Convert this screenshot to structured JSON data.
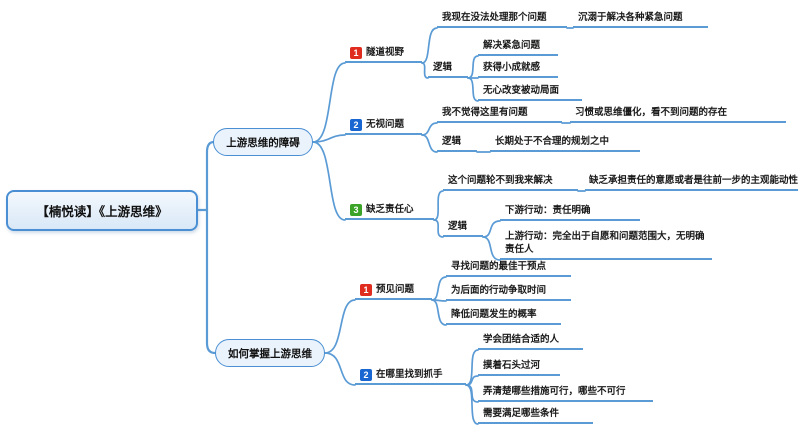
{
  "palette": {
    "line_color": "#5b9bd5",
    "node_border": "#4a8fd3",
    "node_fill": "#e9f2fb",
    "badge_red": "#e02b1f",
    "badge_blue": "#1766d1",
    "badge_green": "#3ba428",
    "text_color": "#1a1a1a"
  },
  "root": {
    "label": "【楠悦读】《上游思维》"
  },
  "branches": [
    {
      "label": "上游思维的障碍",
      "topics": [
        {
          "num": "1",
          "label": "隧道视野",
          "children": [
            {
              "label": "我现在没法处理那个问题",
              "children": [
                {
                  "label": "沉溺于解决各种紧急问题"
                }
              ]
            },
            {
              "label": "逻辑",
              "children": [
                {
                  "label": "解决紧急问题"
                },
                {
                  "label": "获得小成就感"
                },
                {
                  "label": "无心改变被动局面"
                }
              ]
            }
          ]
        },
        {
          "num": "2",
          "label": "无视问题",
          "children": [
            {
              "label": "我不觉得这里有问题",
              "children": [
                {
                  "label": "习惯或思维僵化，看不到问题的存在"
                }
              ]
            },
            {
              "label": "逻辑",
              "children": [
                {
                  "label": "长期处于不合理的规划之中"
                }
              ]
            }
          ]
        },
        {
          "num": "3",
          "label": "缺乏责任心",
          "children": [
            {
              "label": "这个问题轮不到我来解决",
              "children": [
                {
                  "label": "缺乏承担责任的意愿或者是往前一步的主观能动性"
                }
              ]
            },
            {
              "label": "逻辑",
              "children": [
                {
                  "label": "下游行动：责任明确"
                },
                {
                  "label": "上游行动：完全出于自愿和问题范围大，无明确责任人"
                }
              ]
            }
          ]
        }
      ]
    },
    {
      "label": "如何掌握上游思维",
      "topics": [
        {
          "num": "1",
          "label": "预见问题",
          "children": [
            {
              "label": "寻找问题的最佳干预点"
            },
            {
              "label": "为后面的行动争取时间"
            },
            {
              "label": "降低问题发生的概率"
            }
          ]
        },
        {
          "num": "2",
          "label": "在哪里找到抓手",
          "children": [
            {
              "label": "学会团结合适的人"
            },
            {
              "label": "摸着石头过河"
            },
            {
              "label": "弄清楚哪些措施可行，哪些不可行"
            },
            {
              "label": "需要满足哪些条件"
            }
          ]
        }
      ]
    }
  ]
}
